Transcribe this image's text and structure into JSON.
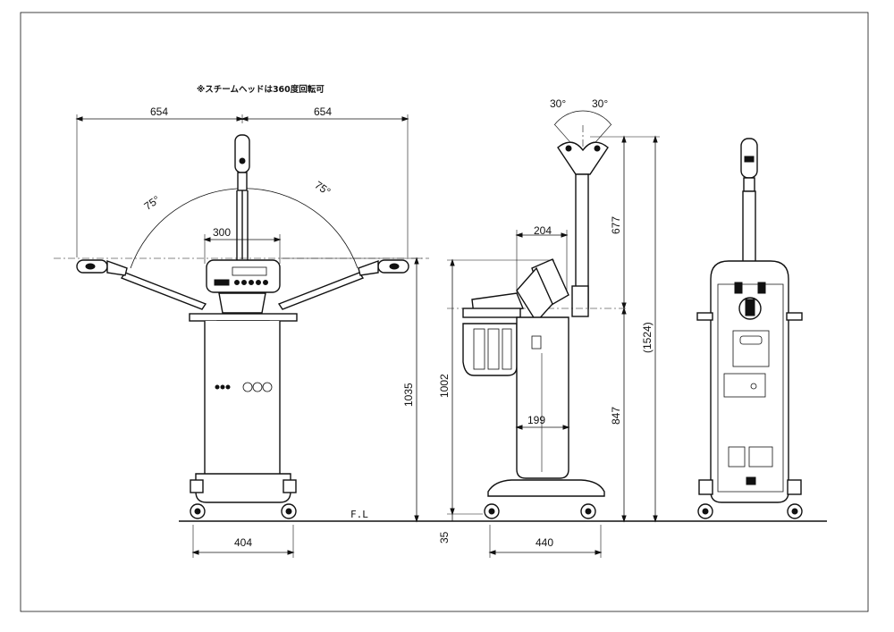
{
  "note": "※スチームヘッドは360度回転可",
  "floor_label": "F.L",
  "dimensions": {
    "arm_left": "654",
    "arm_right": "654",
    "angle_left": "75°",
    "angle_right": "75°",
    "panel_width": "300",
    "front_base_width": "404",
    "front_height": "1035",
    "side_height": "1002",
    "wheel_height": "35",
    "side_offset": "204",
    "column_depth": "199",
    "side_base_width": "440",
    "head_angle_left": "30°",
    "head_angle_right": "30°",
    "upper_height": "677",
    "total_height": "(1524)",
    "lower_height": "847"
  }
}
